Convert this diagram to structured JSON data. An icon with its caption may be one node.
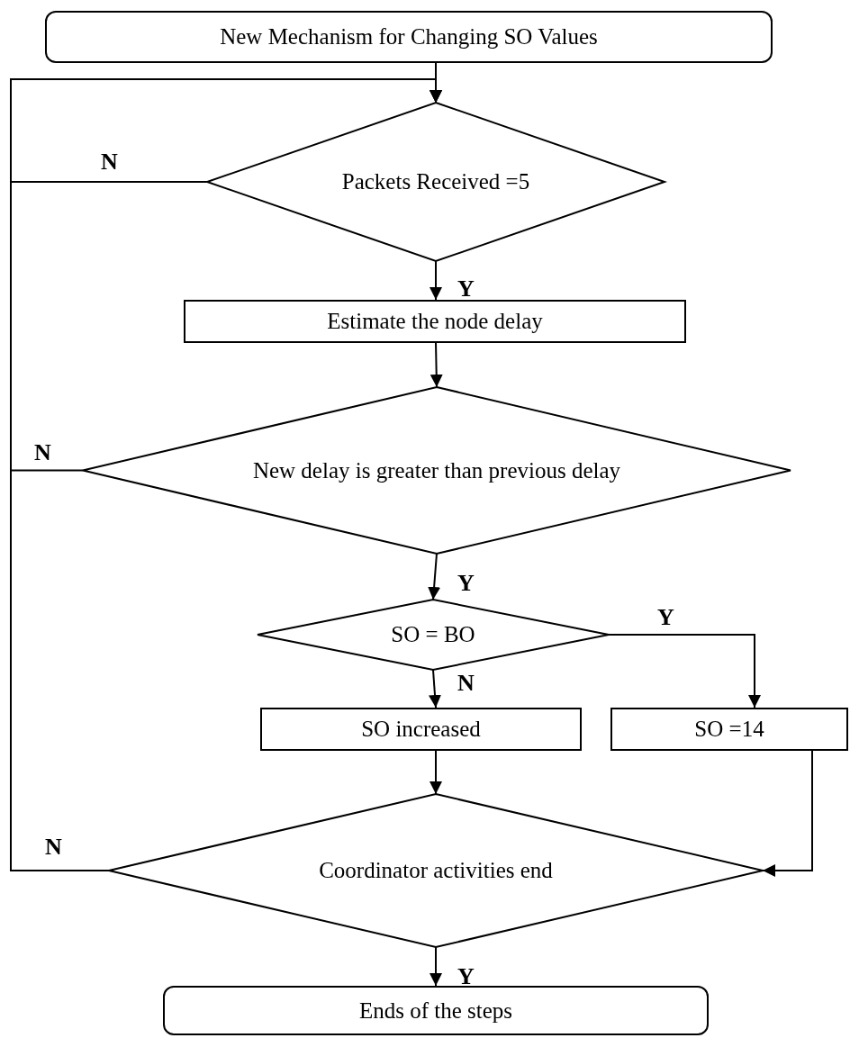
{
  "diagram": {
    "nodes": [
      {
        "text": [
          "New Mechanism for Changing SO Values"
        ]
      },
      {
        "text": [
          "Packets Received =5"
        ]
      },
      {
        "text": [
          "Estimate the node delay"
        ]
      },
      {
        "text": [
          "New delay is greater than previous delay"
        ]
      },
      {
        "text": [
          "SO = BO"
        ]
      },
      {
        "text": [
          "SO increased"
        ]
      },
      {
        "text": [
          "SO =14"
        ]
      },
      {
        "text": [
          "Coordinator activities end"
        ]
      },
      {
        "text": [
          "Ends of the steps"
        ]
      }
    ],
    "edges": [
      {
        "from": 0,
        "to": 1,
        "arrow": "to"
      },
      {
        "from": 1,
        "to": 2,
        "arrow": "to",
        "label": "Y"
      },
      {
        "from": 2,
        "to": 3,
        "arrow": "to"
      },
      {
        "from": 3,
        "to": 4,
        "arrow": "to",
        "label": "Y"
      },
      {
        "from": 4,
        "to": 5,
        "arrow": "to",
        "label": "N"
      },
      {
        "from": 4,
        "to": 6,
        "arrow": "to",
        "label": "Y"
      },
      {
        "from": 5,
        "to": 7,
        "arrow": "to"
      },
      {
        "from": 6,
        "to": 7,
        "arrow": "to"
      },
      {
        "from": 7,
        "to": 8,
        "arrow": "to",
        "label": "Y"
      },
      {
        "from": 1,
        "to": 1,
        "arrow": "to",
        "label": "N"
      },
      {
        "from": 3,
        "to": 1,
        "arrow": "to",
        "label": "N"
      },
      {
        "from": 7,
        "to": 1,
        "arrow": "to",
        "label": "N"
      }
    ]
  }
}
